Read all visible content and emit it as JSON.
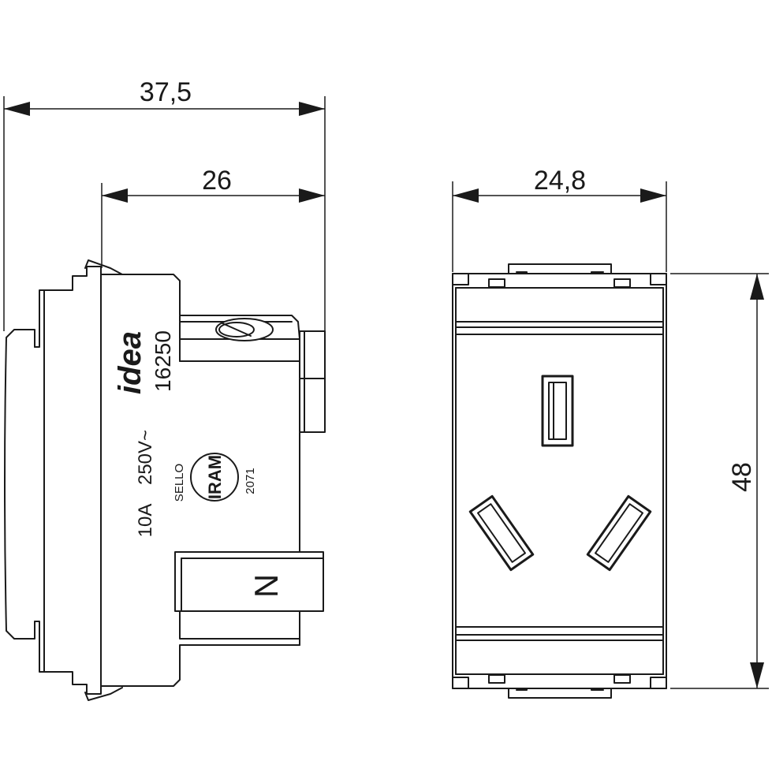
{
  "dimensions": {
    "overall_depth": "37,5",
    "body_depth": "26",
    "front_width": "24,8",
    "front_height": "48"
  },
  "side_view": {
    "brand": "idea",
    "model": "16250",
    "rating_current": "10A",
    "rating_voltage": "250V~",
    "seal_left": "SELLO",
    "seal_logo": "IRAM",
    "seal_right": "2071",
    "terminal_mark": "N"
  }
}
